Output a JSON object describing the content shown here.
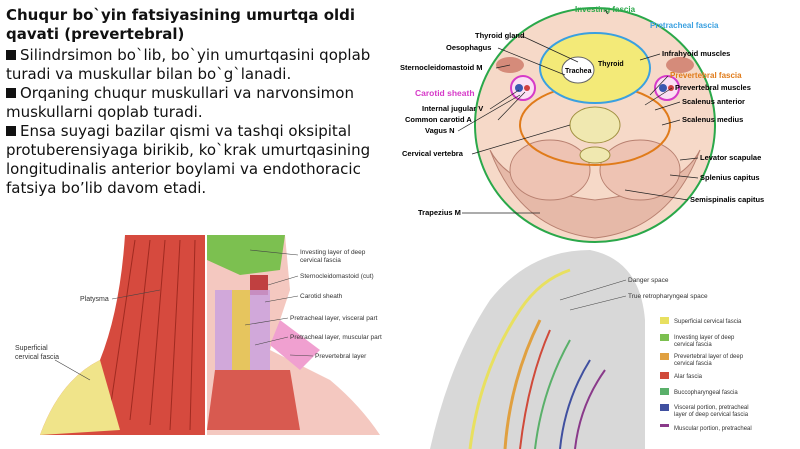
{
  "slide": {
    "title": "Chuqur bo`yin fatsiyasining umurtqa oldi qavati (prevertebral)",
    "bullets": [
      "Silindrsimon bo`lib, bo`yin umurtqasini qoplab turadi va muskullar bilan bo`g`lanadi.",
      "Orqaning chuqur muskullari va narvonsimon muskullarni qoplab turadi.",
      "Ensa suyagi bazilar qismi va tashqi oksipital protuberensiyaga birikib, ko`krak umurtqasining longitudinalis anterior boylami va endothoracic fatsiya bo’lib davom etadi."
    ]
  },
  "cross_section": {
    "labels_top": {
      "investing": "Investing fascia",
      "pretracheal": "Pretracheal fascia"
    },
    "labels_left": {
      "thyroid": "Thyroid  gland",
      "oesophagus": "Oesophagus",
      "scm": "Sternocleidomastoid M",
      "carotid_sheath": "Carotid sheath",
      "ijv": "Internal jugular V",
      "carotid_a": "Common carotid A",
      "vagus": "Vagus N",
      "vertebra": "Cervical vertebra",
      "trapezius": "Trapezius M"
    },
    "labels_right": {
      "infrahyoid": "Infrahyoid muscles",
      "prevertebral_fascia": "Prevertebral fascia",
      "prevertebral_muscles": "Prevertebral muscles",
      "scalenus_anterior": "Scalenus anterior",
      "scalenus_medius": "Scalenus medius",
      "levator": "Levator scapulae",
      "splenius": "Splenius capitus",
      "semispinalis": "Semispinalis capitus"
    },
    "inner": {
      "trachea": "Trachea",
      "thyroid": "Thyroid"
    },
    "colors": {
      "investing": "#2aa84a",
      "pretracheal": "#3aa0e0",
      "prevertebral": "#e07b1a",
      "carotid": "#d63ac8"
    }
  },
  "neck_figure": {
    "labels": {
      "platysma": "Platysma",
      "superficial": "Superficial\ncervical fascia",
      "investing": "Investing layer of deep\ncervical fascia",
      "scm_cut": "Sternocleidomastoid (cut)",
      "carotid_sheath": "Carotid sheath",
      "pretracheal_visceral": "Pretracheal layer, visceral part",
      "pretracheal_muscular": "Pretracheal layer, muscular part",
      "prevertebral": "Prevertebral layer"
    }
  },
  "sagittal_figure": {
    "labels": {
      "danger": "Danger space",
      "retropharyngeal": "True retropharyngeal space"
    },
    "legend": [
      {
        "label": "Superficial cervical fascia",
        "color": "#e8e060"
      },
      {
        "label": "Investing layer of deep cervical fascia",
        "color": "#7cc050"
      },
      {
        "label": "Prevertebral layer of deep cervical fascia",
        "color": "#e0a040"
      },
      {
        "label": "Alar fascia",
        "color": "#d04a3a"
      },
      {
        "label": "Buccopharyngeal fascia",
        "color": "#5ab06a"
      },
      {
        "label": "Visceral portion, pretracheal layer of deep cervical fascia",
        "color": "#4050a0"
      },
      {
        "label": "Muscular portion, pretracheal",
        "color": "#8a3a8a"
      }
    ]
  }
}
